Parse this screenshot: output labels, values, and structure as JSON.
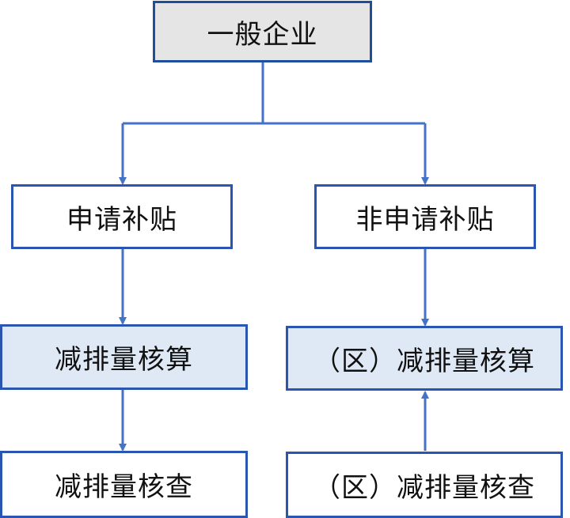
{
  "diagram": {
    "root": {
      "label": "一般企业"
    },
    "left_branch": {
      "step1": "申请补贴",
      "step2": "减排量核算",
      "step3": "减排量核查"
    },
    "right_branch": {
      "step1": "非申请补贴",
      "step2": "（区）减排量核算",
      "step3": "（区）减排量核查"
    }
  },
  "colors": {
    "line": "#4472c4",
    "border": "#2a56b1",
    "root_fill": "#e5e5e5",
    "highlight_fill": "#dfe9f6"
  }
}
